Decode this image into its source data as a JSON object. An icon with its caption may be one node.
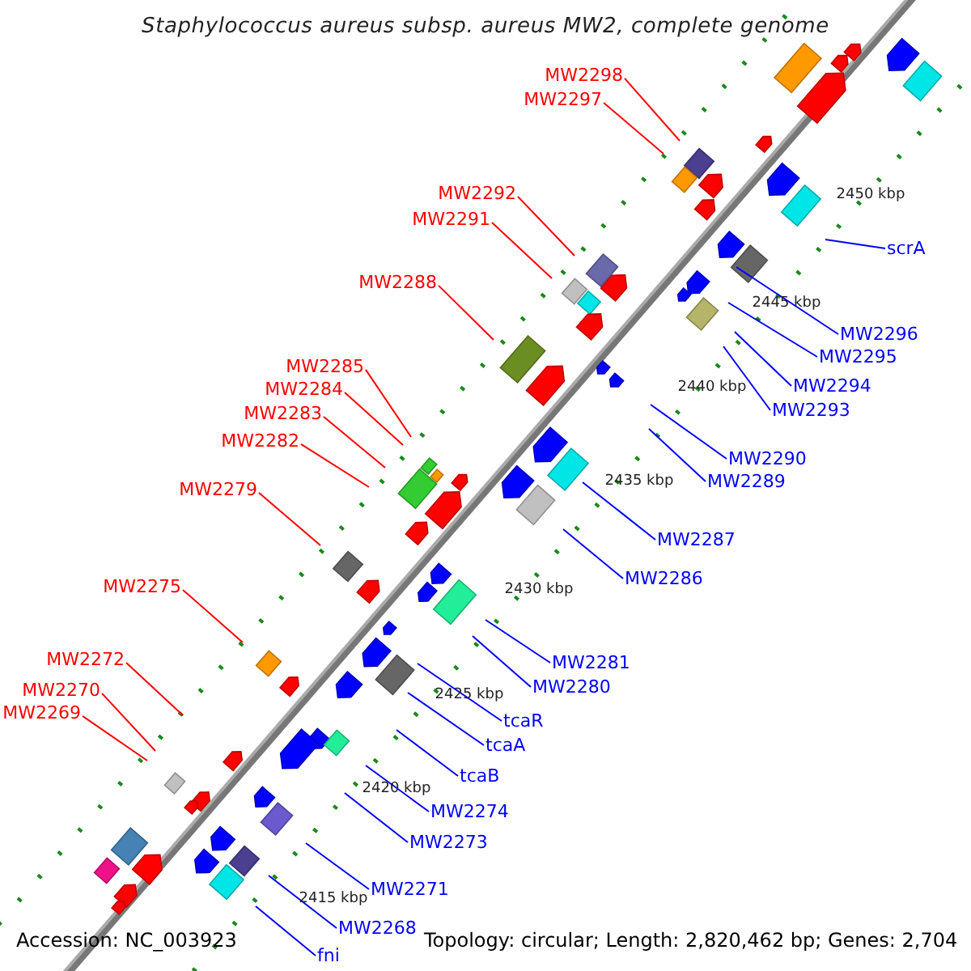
{
  "diagram": {
    "title": "Staphylococcus aureus subsp. aureus MW2, complete genome",
    "nodes": [
      {
        "text": [
          "MW2298"
        ]
      },
      {
        "text": [
          "MW2297"
        ]
      },
      {
        "text": [
          "MW2292"
        ]
      },
      {
        "text": [
          "MW2291"
        ]
      },
      {
        "text": [
          "MW2288"
        ]
      },
      {
        "text": [
          "MW2285"
        ]
      },
      {
        "text": [
          "MW2284"
        ]
      },
      {
        "text": [
          "MW2283"
        ]
      },
      {
        "text": [
          "MW2282"
        ]
      },
      {
        "text": [
          "MW2279"
        ]
      },
      {
        "text": [
          "MW2275"
        ]
      },
      {
        "text": [
          "MW2272"
        ]
      },
      {
        "text": [
          "MW2270"
        ]
      },
      {
        "text": [
          "MW2269"
        ]
      },
      {
        "text": [
          "scrA"
        ]
      },
      {
        "text": [
          "MW2296"
        ]
      },
      {
        "text": [
          "MW2295"
        ]
      },
      {
        "text": [
          "MW2294"
        ]
      },
      {
        "text": [
          "MW2293"
        ]
      },
      {
        "text": [
          "MW2290"
        ]
      },
      {
        "text": [
          "MW2289"
        ]
      },
      {
        "text": [
          "MW2287"
        ]
      },
      {
        "text": [
          "MW2286"
        ]
      },
      {
        "text": [
          "MW2281"
        ]
      },
      {
        "text": [
          "MW2280"
        ]
      },
      {
        "text": [
          "tcaR"
        ]
      },
      {
        "text": [
          "tcaA"
        ]
      },
      {
        "text": [
          "tcaB"
        ]
      },
      {
        "text": [
          "MW2274"
        ]
      },
      {
        "text": [
          "MW2273"
        ]
      },
      {
        "text": [
          "MW2271"
        ]
      },
      {
        "text": [
          "MW2268"
        ]
      },
      {
        "text": [
          "fni"
        ]
      }
    ],
    "edges": [
      {
        "from": 0,
        "to": null,
        "arrow": "none",
        "color": "#ff0000"
      },
      {
        "from": 1,
        "to": null,
        "arrow": "none",
        "color": "#ff0000"
      },
      {
        "from": 2,
        "to": null,
        "arrow": "none",
        "color": "#ff0000"
      },
      {
        "from": 3,
        "to": null,
        "arrow": "none",
        "color": "#ff0000"
      },
      {
        "from": 4,
        "to": null,
        "arrow": "none",
        "color": "#ff0000"
      },
      {
        "from": 5,
        "to": null,
        "arrow": "none",
        "color": "#ff0000"
      },
      {
        "from": 6,
        "to": null,
        "arrow": "none",
        "color": "#ff0000"
      },
      {
        "from": 7,
        "to": null,
        "arrow": "none",
        "color": "#ff0000"
      },
      {
        "from": 8,
        "to": null,
        "arrow": "none",
        "color": "#ff0000"
      },
      {
        "from": 9,
        "to": null,
        "arrow": "none",
        "color": "#ff0000"
      },
      {
        "from": 10,
        "to": null,
        "arrow": "none",
        "color": "#ff0000"
      },
      {
        "from": 11,
        "to": null,
        "arrow": "none",
        "color": "#ff0000"
      },
      {
        "from": 12,
        "to": null,
        "arrow": "none",
        "color": "#ff0000"
      },
      {
        "from": 13,
        "to": null,
        "arrow": "none",
        "color": "#ff0000"
      },
      {
        "from": 14,
        "to": null,
        "arrow": "none"
      },
      {
        "from": 15,
        "to": null,
        "arrow": "none"
      },
      {
        "from": 16,
        "to": null,
        "arrow": "none"
      },
      {
        "from": 17,
        "to": null,
        "arrow": "none"
      },
      {
        "from": 18,
        "to": null,
        "arrow": "none"
      },
      {
        "from": 19,
        "to": null,
        "arrow": "none"
      },
      {
        "from": 20,
        "to": null,
        "arrow": "none"
      },
      {
        "from": 21,
        "to": null,
        "arrow": "none"
      },
      {
        "from": 22,
        "to": null,
        "arrow": "none"
      },
      {
        "from": 23,
        "to": null,
        "arrow": "none"
      },
      {
        "from": 24,
        "to": null,
        "arrow": "none"
      },
      {
        "from": 25,
        "to": null,
        "arrow": "none"
      },
      {
        "from": 26,
        "to": null,
        "arrow": "none"
      },
      {
        "from": 27,
        "to": null,
        "arrow": "none"
      },
      {
        "from": 28,
        "to": null,
        "arrow": "none"
      },
      {
        "from": 29,
        "to": null,
        "arrow": "none"
      },
      {
        "from": 30,
        "to": null,
        "arrow": "none"
      },
      {
        "from": 31,
        "to": null,
        "arrow": "none"
      },
      {
        "from": 32,
        "to": null,
        "arrow": "none"
      }
    ],
    "labels": [
      "2450 kbp",
      "2445 kbp",
      "2440 kbp",
      "2435 kbp",
      "2430 kbp",
      "2425 kbp",
      "2420 kbp",
      "2415 kbp",
      "Accession: NC_003923",
      "Topology: circular; Length: 2,820,462 bp; Genes: 2,704"
    ]
  }
}
